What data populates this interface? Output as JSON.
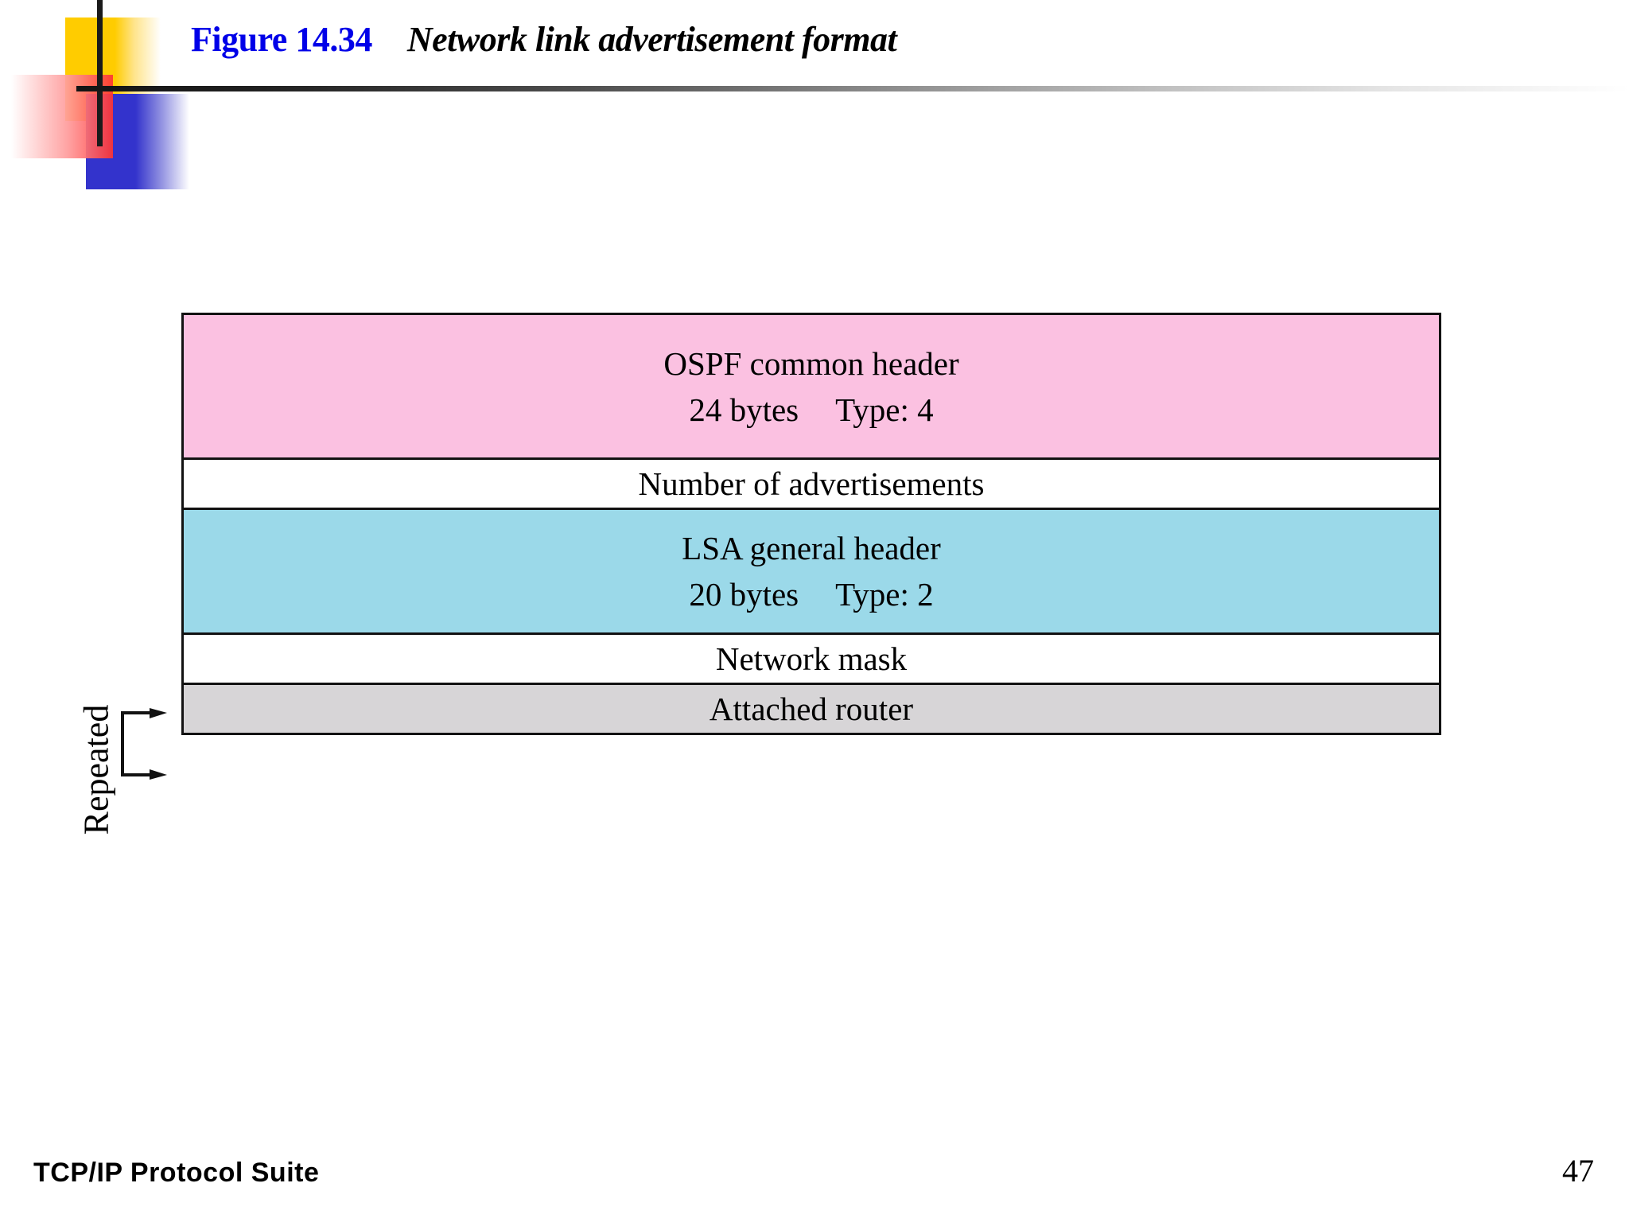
{
  "slide": {
    "title": {
      "figure_number": "Figure 14.34",
      "caption": "Network link advertisement format"
    },
    "footer": {
      "book_title": "TCP/IP Protocol Suite",
      "page_number": "47"
    }
  },
  "colors": {
    "figure_number": "#0000E8",
    "ospf_header_fill": "#FBC1E1",
    "lsa_header_fill": "#9BD9E9",
    "attached_router_fill": "#D7D5D7",
    "plain_fill": "#FFFFFF",
    "border": "#121212",
    "logo_yellow": "#FFCC00",
    "logo_blue": "#3333CC",
    "logo_red": "#FF3333"
  },
  "diagram": {
    "annotation": {
      "repeated_label": "Repeated"
    },
    "fields": [
      {
        "name": "ospf-common-header",
        "line1": "OSPF common header",
        "line2_left": "24 bytes",
        "line2_right": "Type: 4"
      },
      {
        "name": "number-of-advertisements",
        "line1": "Number of advertisements",
        "line2_left": "",
        "line2_right": ""
      },
      {
        "name": "lsa-general-header",
        "line1": "LSA general header",
        "line2_left": "20 bytes",
        "line2_right": "Type: 2"
      },
      {
        "name": "network-mask",
        "line1": "Network mask",
        "line2_left": "",
        "line2_right": ""
      },
      {
        "name": "attached-router",
        "line1": "Attached router",
        "line2_left": "",
        "line2_right": ""
      }
    ]
  }
}
